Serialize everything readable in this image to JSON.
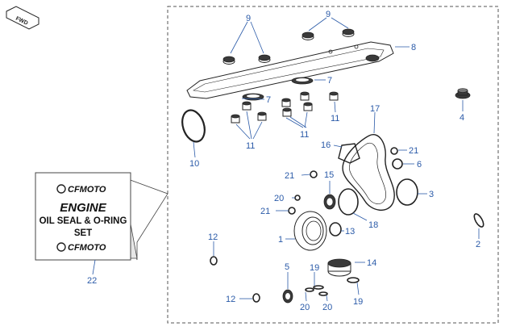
{
  "diagram": {
    "kit_box": {
      "brand_top": "CFMOTO",
      "line1": "ENGINE",
      "line2": "OIL SEAL & O-RING",
      "line3": "SET",
      "brand_bottom": "CFMOTO"
    },
    "fwd_label": "FWD",
    "callouts": [
      "1",
      "2",
      "3",
      "4",
      "5",
      "6",
      "7",
      "7",
      "8",
      "9",
      "9",
      "10",
      "11",
      "11",
      "11",
      "12",
      "12",
      "13",
      "14",
      "15",
      "16",
      "17",
      "18",
      "19",
      "19",
      "20",
      "20",
      "20",
      "21",
      "21",
      "21",
      "22"
    ]
  }
}
